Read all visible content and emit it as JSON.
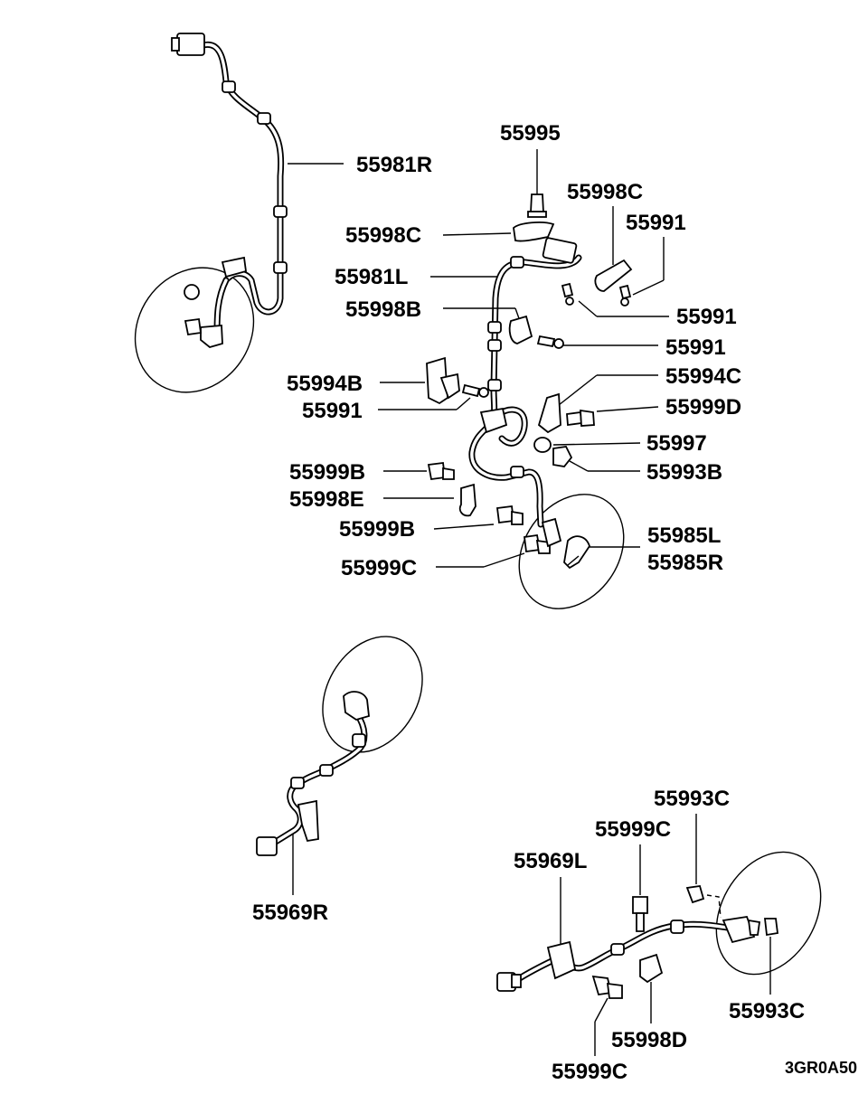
{
  "diagram_code": "3GR0A50",
  "labels": {
    "l_55981R": "55981R",
    "l_55995": "55995",
    "l_55998C_a": "55998C",
    "l_55991_a": "55991",
    "l_55998C_b": "55998C",
    "l_55981L": "55981L",
    "l_55991_b": "55991",
    "l_55998B": "55998B",
    "l_55991_c": "55991",
    "l_55994B": "55994B",
    "l_55994C": "55994C",
    "l_55991_d": "55991",
    "l_55999D": "55999D",
    "l_55997": "55997",
    "l_55999B_a": "55999B",
    "l_55993B": "55993B",
    "l_55998E": "55998E",
    "l_55999B_b": "55999B",
    "l_55985L": "55985L",
    "l_55985R": "55985R",
    "l_55999C_a": "55999C",
    "l_55969R": "55969R",
    "l_55993C_a": "55993C",
    "l_55999C_b": "55999C",
    "l_55969L": "55969L",
    "l_55993C_b": "55993C",
    "l_55998D": "55998D",
    "l_55999C_c": "55999C"
  }
}
